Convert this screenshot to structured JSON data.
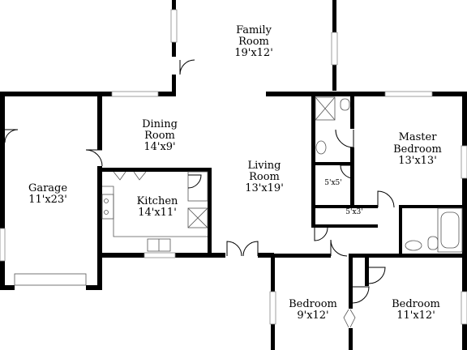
{
  "rooms": {
    "family": {
      "name_line1": "Family",
      "name_line2": "Room",
      "dims": "19'x12'"
    },
    "dining": {
      "name_line1": "Dining",
      "name_line2": "Room",
      "dims": "14'x9'"
    },
    "master": {
      "name_line1": "Master",
      "name_line2": "Bedroom",
      "dims": "13'x13'"
    },
    "living": {
      "name_line1": "Living",
      "name_line2": "Room",
      "dims": "13'x19'"
    },
    "garage": {
      "name_line1": "Garage",
      "dims": "11'x23'"
    },
    "kitchen": {
      "name_line1": "Kitchen",
      "dims": "14'x11'"
    },
    "closet1": {
      "dims": "5'x5'"
    },
    "closet2": {
      "dims": "5'x3'"
    },
    "bedroom2": {
      "name_line1": "Bedroom",
      "dims": "9'x12'"
    },
    "bedroom3": {
      "name_line1": "Bedroom",
      "dims": "11'x12'"
    }
  }
}
